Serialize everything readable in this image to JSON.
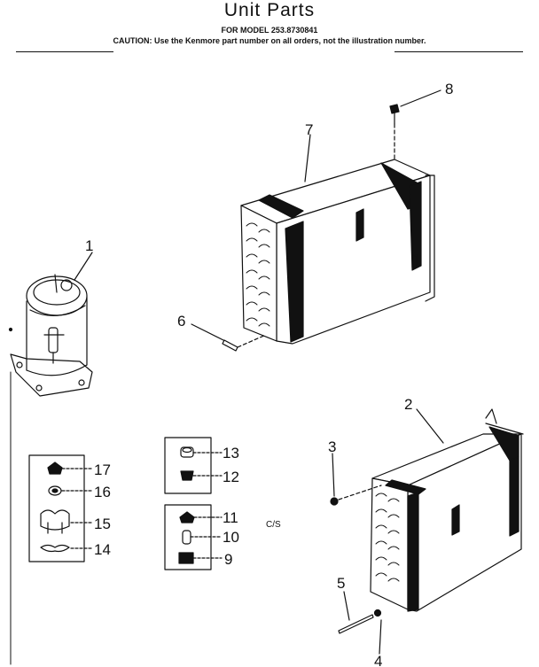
{
  "header": {
    "title": "Unit Parts",
    "model_line": "FOR MODEL 253.8730841",
    "caution_line": "CAUTION: Use the Kenmore part number on all orders, not the illustration number."
  },
  "callouts": {
    "p1": "1",
    "p2": "2",
    "p3": "3",
    "p4": "4",
    "p5": "5",
    "p6": "6",
    "p7": "7",
    "p8": "8",
    "p9": "9",
    "p10": "10",
    "p11": "11",
    "p12": "12",
    "p13": "13",
    "p14": "14",
    "p15": "15",
    "p16": "16",
    "p17": "17"
  },
  "annotation": "C/S"
}
